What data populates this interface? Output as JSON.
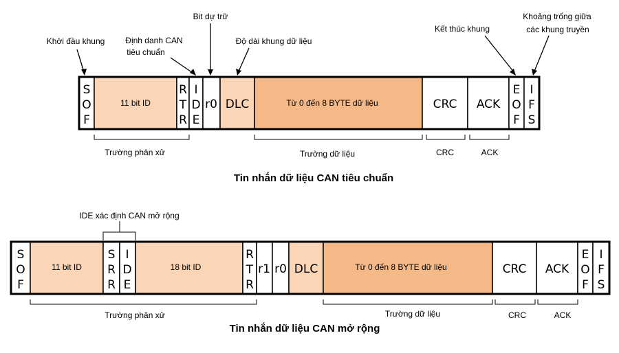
{
  "colors": {
    "light": "#fbd5b5",
    "medium": "#f5b887",
    "white": "#ffffff",
    "border": "#000000"
  },
  "standard": {
    "title": "Tin nhắn dữ liệu CAN tiêu chuẩn",
    "fields": {
      "sof": "SOF",
      "id": "11 bit ID",
      "rtr": "RTR",
      "ide": "IDE",
      "r0": "r0",
      "dlc": "DLC",
      "data": "Từ 0 đến 8 BYTE dữ liệu",
      "crc": "CRC",
      "ack": "ACK",
      "eof": "EOF",
      "ifs": "IFS"
    },
    "annotations": {
      "sof": "Khởi đầu khung",
      "id_line1": "Định danh CAN",
      "id_line2": "tiêu chuẩn",
      "r0": "Bit dự trữ",
      "dlc": "Độ dài khung dữ liệu",
      "eof": "Kết thúc khung",
      "ifs_line1": "Khoảng trống giữa",
      "ifs_line2": "các khung truyền"
    },
    "groups": {
      "arbitration": "Trường phân xử",
      "data": "Trường dữ liệu",
      "crc": "CRC",
      "ack": "ACK"
    }
  },
  "extended": {
    "title": "Tin nhắn dữ liệu CAN mở rộng",
    "ide_note": "IDE xác định CAN mở rộng",
    "fields": {
      "sof": "SOF",
      "id11": "11 bit ID",
      "srr": "SRR",
      "ide": "IDE",
      "id18": "18 bit ID",
      "rtr": "RTR",
      "r1": "r1",
      "r0": "r0",
      "dlc": "DLC",
      "data": "Từ 0 đến 8 BYTE dữ liệu",
      "crc": "CRC",
      "ack": "ACK",
      "eof": "EOF",
      "ifs": "IFS"
    },
    "groups": {
      "arbitration": "Trường phân xử",
      "data": "Trường dữ liệu",
      "crc": "CRC",
      "ack": "ACK"
    }
  }
}
